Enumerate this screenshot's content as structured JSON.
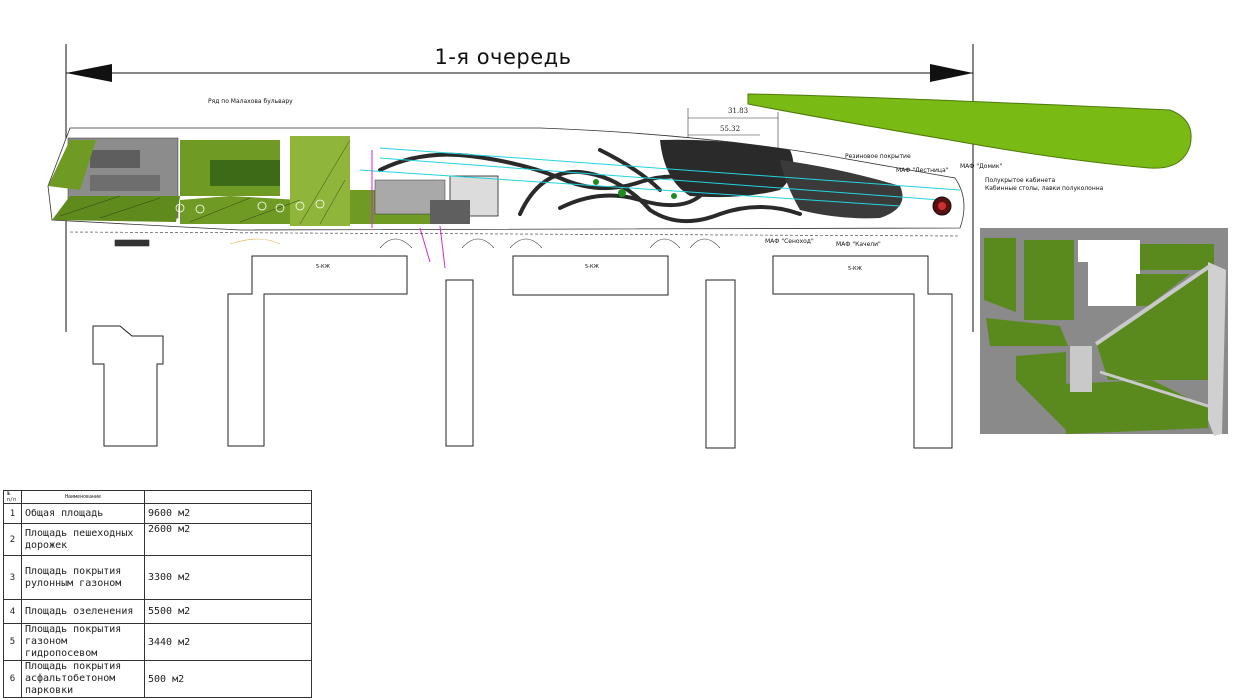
{
  "plan": {
    "title": "1-я очередь",
    "dims": [
      "31.83",
      "55.32"
    ],
    "annotations": [
      "Ряд по Малахова бульвару",
      "Резиновое покрытие",
      "МАФ \"Лестница\"",
      "МАФ \"Домик\"",
      "Полукрытое кабинета",
      "Кабинные столы, лавки полуколонна",
      "МАФ \"Сеноход\"",
      "МАФ \"Качели\""
    ],
    "building_labels": [
      "5-КЖ",
      "5-КЖ",
      "5-КЖ"
    ]
  },
  "table": {
    "headers": [
      "№ п/п",
      "Наименование",
      ""
    ],
    "rows": [
      {
        "n": "1",
        "name": "Общая площадь",
        "value": "9600 м2"
      },
      {
        "n": "2",
        "name": "Площадь пешеходных дорожек",
        "value": "2600 м2"
      },
      {
        "n": "3",
        "name": "Площадь покрытия рулонным газоном",
        "value": "3300 м2"
      },
      {
        "n": "4",
        "name": "Площадь озеленения",
        "value": "5500 м2"
      },
      {
        "n": "5",
        "name": "Площадь покрытия газоном гидропосевом",
        "value": "3440 м2"
      },
      {
        "n": "6",
        "name": "Площадь покрытия асфальтобетоном парковки",
        "value": "500 м2"
      }
    ]
  },
  "colors": {
    "lawn": "#6f9a24",
    "lawn_light": "#8fb63a",
    "asphalt": "#8c8c8c",
    "path_dark": "#2a2a2a",
    "cyan": "#22d4e0",
    "magenta": "#d62ad0",
    "lime_blob": "#7aba14"
  }
}
